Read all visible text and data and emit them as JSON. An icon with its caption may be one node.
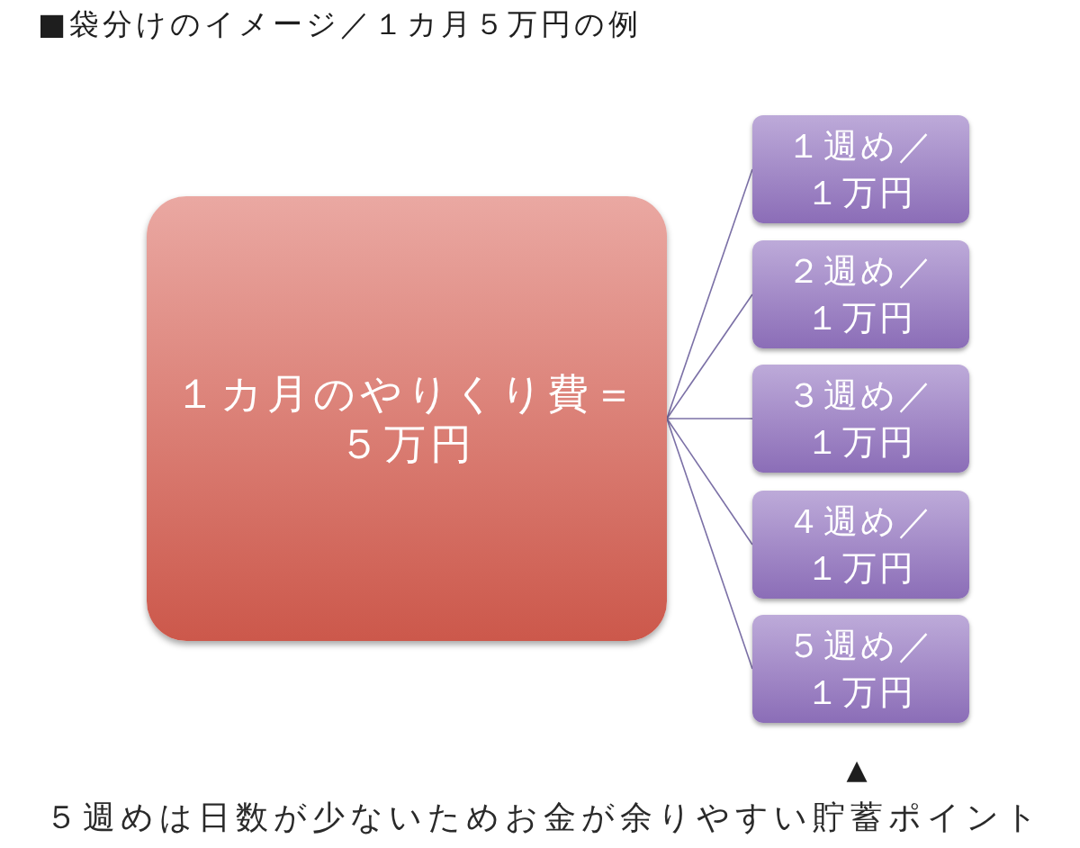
{
  "diagram": {
    "title": "■袋分けのイメージ／１カ月５万円の例",
    "nodes": [
      {
        "text": [
          "１カ月のやりくり費＝５万円"
        ]
      },
      {
        "text": [
          "１週め／１万円"
        ]
      },
      {
        "text": [
          "２週め／１万円"
        ]
      },
      {
        "text": [
          "３週め／１万円"
        ]
      },
      {
        "text": [
          "４週め／１万円"
        ]
      },
      {
        "text": [
          "５週め／１万円"
        ]
      }
    ],
    "edges": [
      {
        "from": 0,
        "to": 1,
        "arrow": "none"
      },
      {
        "from": 0,
        "to": 2,
        "arrow": "none"
      },
      {
        "from": 0,
        "to": 3,
        "arrow": "none"
      },
      {
        "from": 0,
        "to": 4,
        "arrow": "none"
      },
      {
        "from": 0,
        "to": 5,
        "arrow": "none"
      }
    ],
    "labels": [
      "▲",
      "５週めは日数が少ないためお金が余りやすい貯蓄ポイント"
    ]
  }
}
